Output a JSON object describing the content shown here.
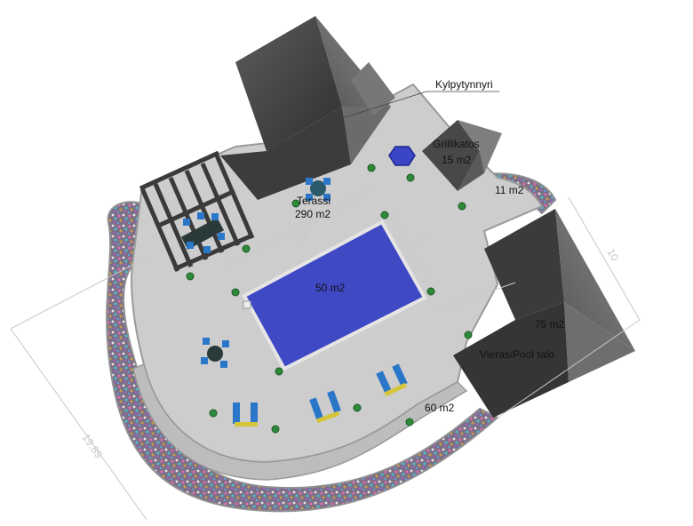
{
  "labels": {
    "kylpytynnyri": "Kylpytynnyri",
    "grillikatos": "Grillikatos",
    "grillikatos_area": "15 m2",
    "terassi": "Terassi",
    "terassi_area": "290 m2",
    "pool_area": "50 m2",
    "small_bed_area": "11 m2",
    "guest_house_area": "75 m2",
    "guest_house_name": "Vieras/Pool talo",
    "flower_bed_area": "60 m2"
  },
  "dimensions": {
    "pool_length": "10",
    "pool_width_top": "5",
    "pool_width_bottom": "5",
    "guest_house_depth": "10",
    "overall_length": "19.89"
  },
  "colors": {
    "deck": "#c9c9c9",
    "pool": "#3f49c4",
    "roof": "#4a4a4a",
    "gravel": "#8a7a9a",
    "lounger": "#2a76c8"
  }
}
